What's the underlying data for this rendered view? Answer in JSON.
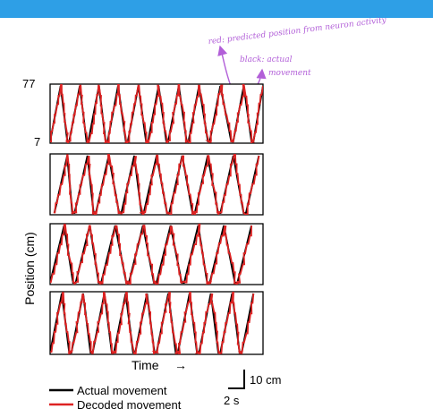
{
  "colors": {
    "header": "#2e9fe6",
    "actual": "#000000",
    "decoded": "#dd2222",
    "annotation": "#b25fd8"
  },
  "annotations": {
    "red_note": "red: predicted position from neuron activity",
    "black_note": "black: actual",
    "black_note2": "movement"
  },
  "chart_data": {
    "type": "line",
    "ylabel": "Position (cm)",
    "xlabel": "Time",
    "xlabel_arrow": "→",
    "y_ticks": [
      "77",
      "7"
    ],
    "ylim": [
      7,
      77
    ],
    "scale_bar": {
      "y_label": "10 cm",
      "x_label": "2 s"
    },
    "series": [
      {
        "name": "Actual movement"
      },
      {
        "name": "Decoded movement"
      }
    ],
    "panels": [
      {
        "cycle_starts": [
          0.0,
          0.09,
          0.18,
          0.27,
          0.365,
          0.46,
          0.555,
          0.65,
          0.75,
          0.86,
          0.955
        ],
        "period": 0.09
      },
      {
        "cycle_starts": [
          0.02,
          0.115,
          0.215,
          0.335,
          0.44,
          0.56,
          0.68,
          0.8,
          0.92
        ],
        "period": 0.11
      },
      {
        "cycle_starts": [
          0.0,
          0.12,
          0.24,
          0.37,
          0.5,
          0.63,
          0.75,
          0.88
        ],
        "period": 0.12
      },
      {
        "cycle_starts": [
          0.0,
          0.1,
          0.2,
          0.3,
          0.4,
          0.5,
          0.6,
          0.7,
          0.8,
          0.9
        ],
        "period": 0.1
      }
    ]
  }
}
